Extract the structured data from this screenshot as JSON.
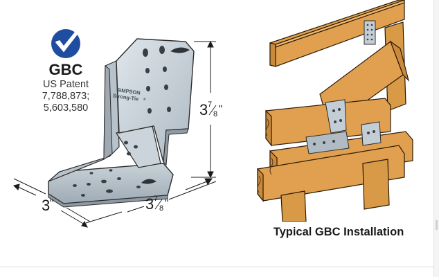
{
  "badge": {
    "icon": "checkmark-certification-icon",
    "accent_color": "#1f4ea1",
    "product_code": "GBC",
    "patent_label": "US Patent",
    "patent_numbers": [
      "7,788,873;",
      "5,603,580"
    ]
  },
  "bracket": {
    "stamp_brand": "SIMPSON",
    "stamp_brand2": "Strong-Tie",
    "registered_mark": "®"
  },
  "dimensions": {
    "height": {
      "whole": "3",
      "num": "7",
      "den": "8",
      "unit": "\""
    },
    "width": {
      "whole": "3",
      "unit": "\""
    },
    "depth": {
      "whole": "3",
      "num": "7",
      "den": "8",
      "unit": "\""
    }
  },
  "installation": {
    "caption": "Typical GBC Installation",
    "wood_color": "#e0a050",
    "metal_color": "#c3cdd5"
  }
}
